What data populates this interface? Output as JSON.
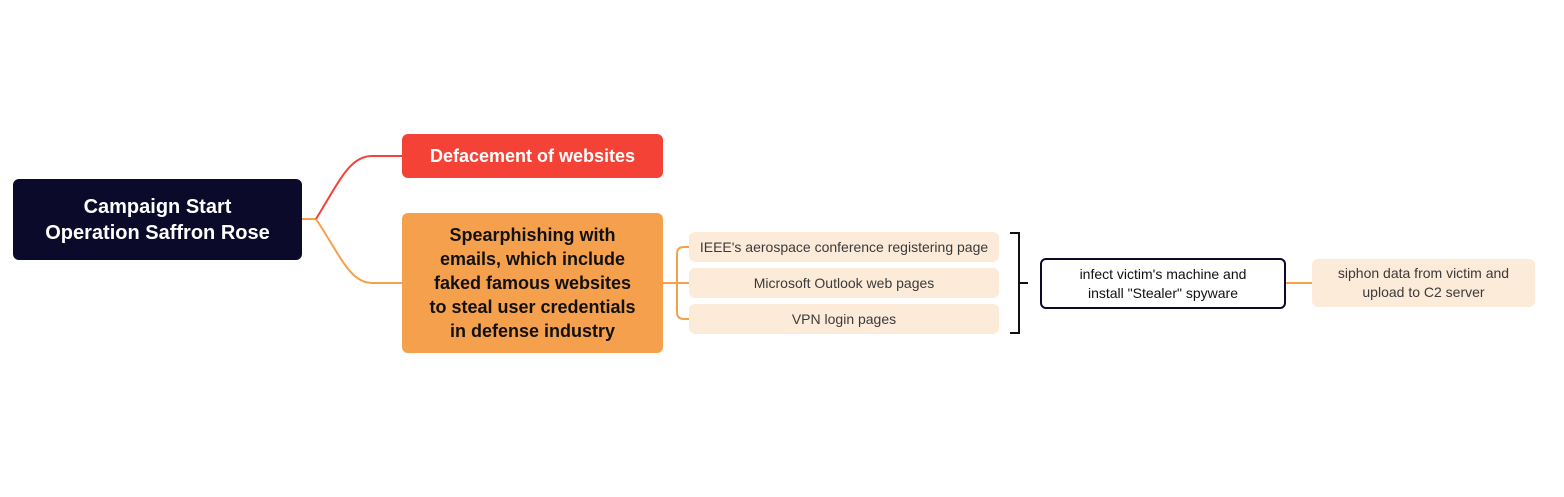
{
  "diagram": {
    "root": {
      "label": "Campaign Start\nOperation Saffron Rose",
      "color": "#0b0a2a"
    },
    "branches": [
      {
        "label": "Defacement of websites",
        "color": "#f44336"
      },
      {
        "label": "Spearphishing with\nemails, which include\nfaked famous websites\nto steal user credentials\nin defense industry",
        "color": "#f5a04c"
      }
    ],
    "subtopics": [
      {
        "label": "IEEE's aerospace conference registering page"
      },
      {
        "label": "Microsoft Outlook web pages"
      },
      {
        "label": "VPN login pages"
      }
    ],
    "summary": {
      "label": "infect victim's machine and\ninstall \"Stealer\" spyware"
    },
    "result": {
      "label": "siphon data from victim and\nupload to C2 server"
    },
    "colors": {
      "root": "#0b0a2a",
      "red_branch": "#f44336",
      "orange_branch": "#f5a04c",
      "leaf_fill": "#fdebd9"
    }
  }
}
